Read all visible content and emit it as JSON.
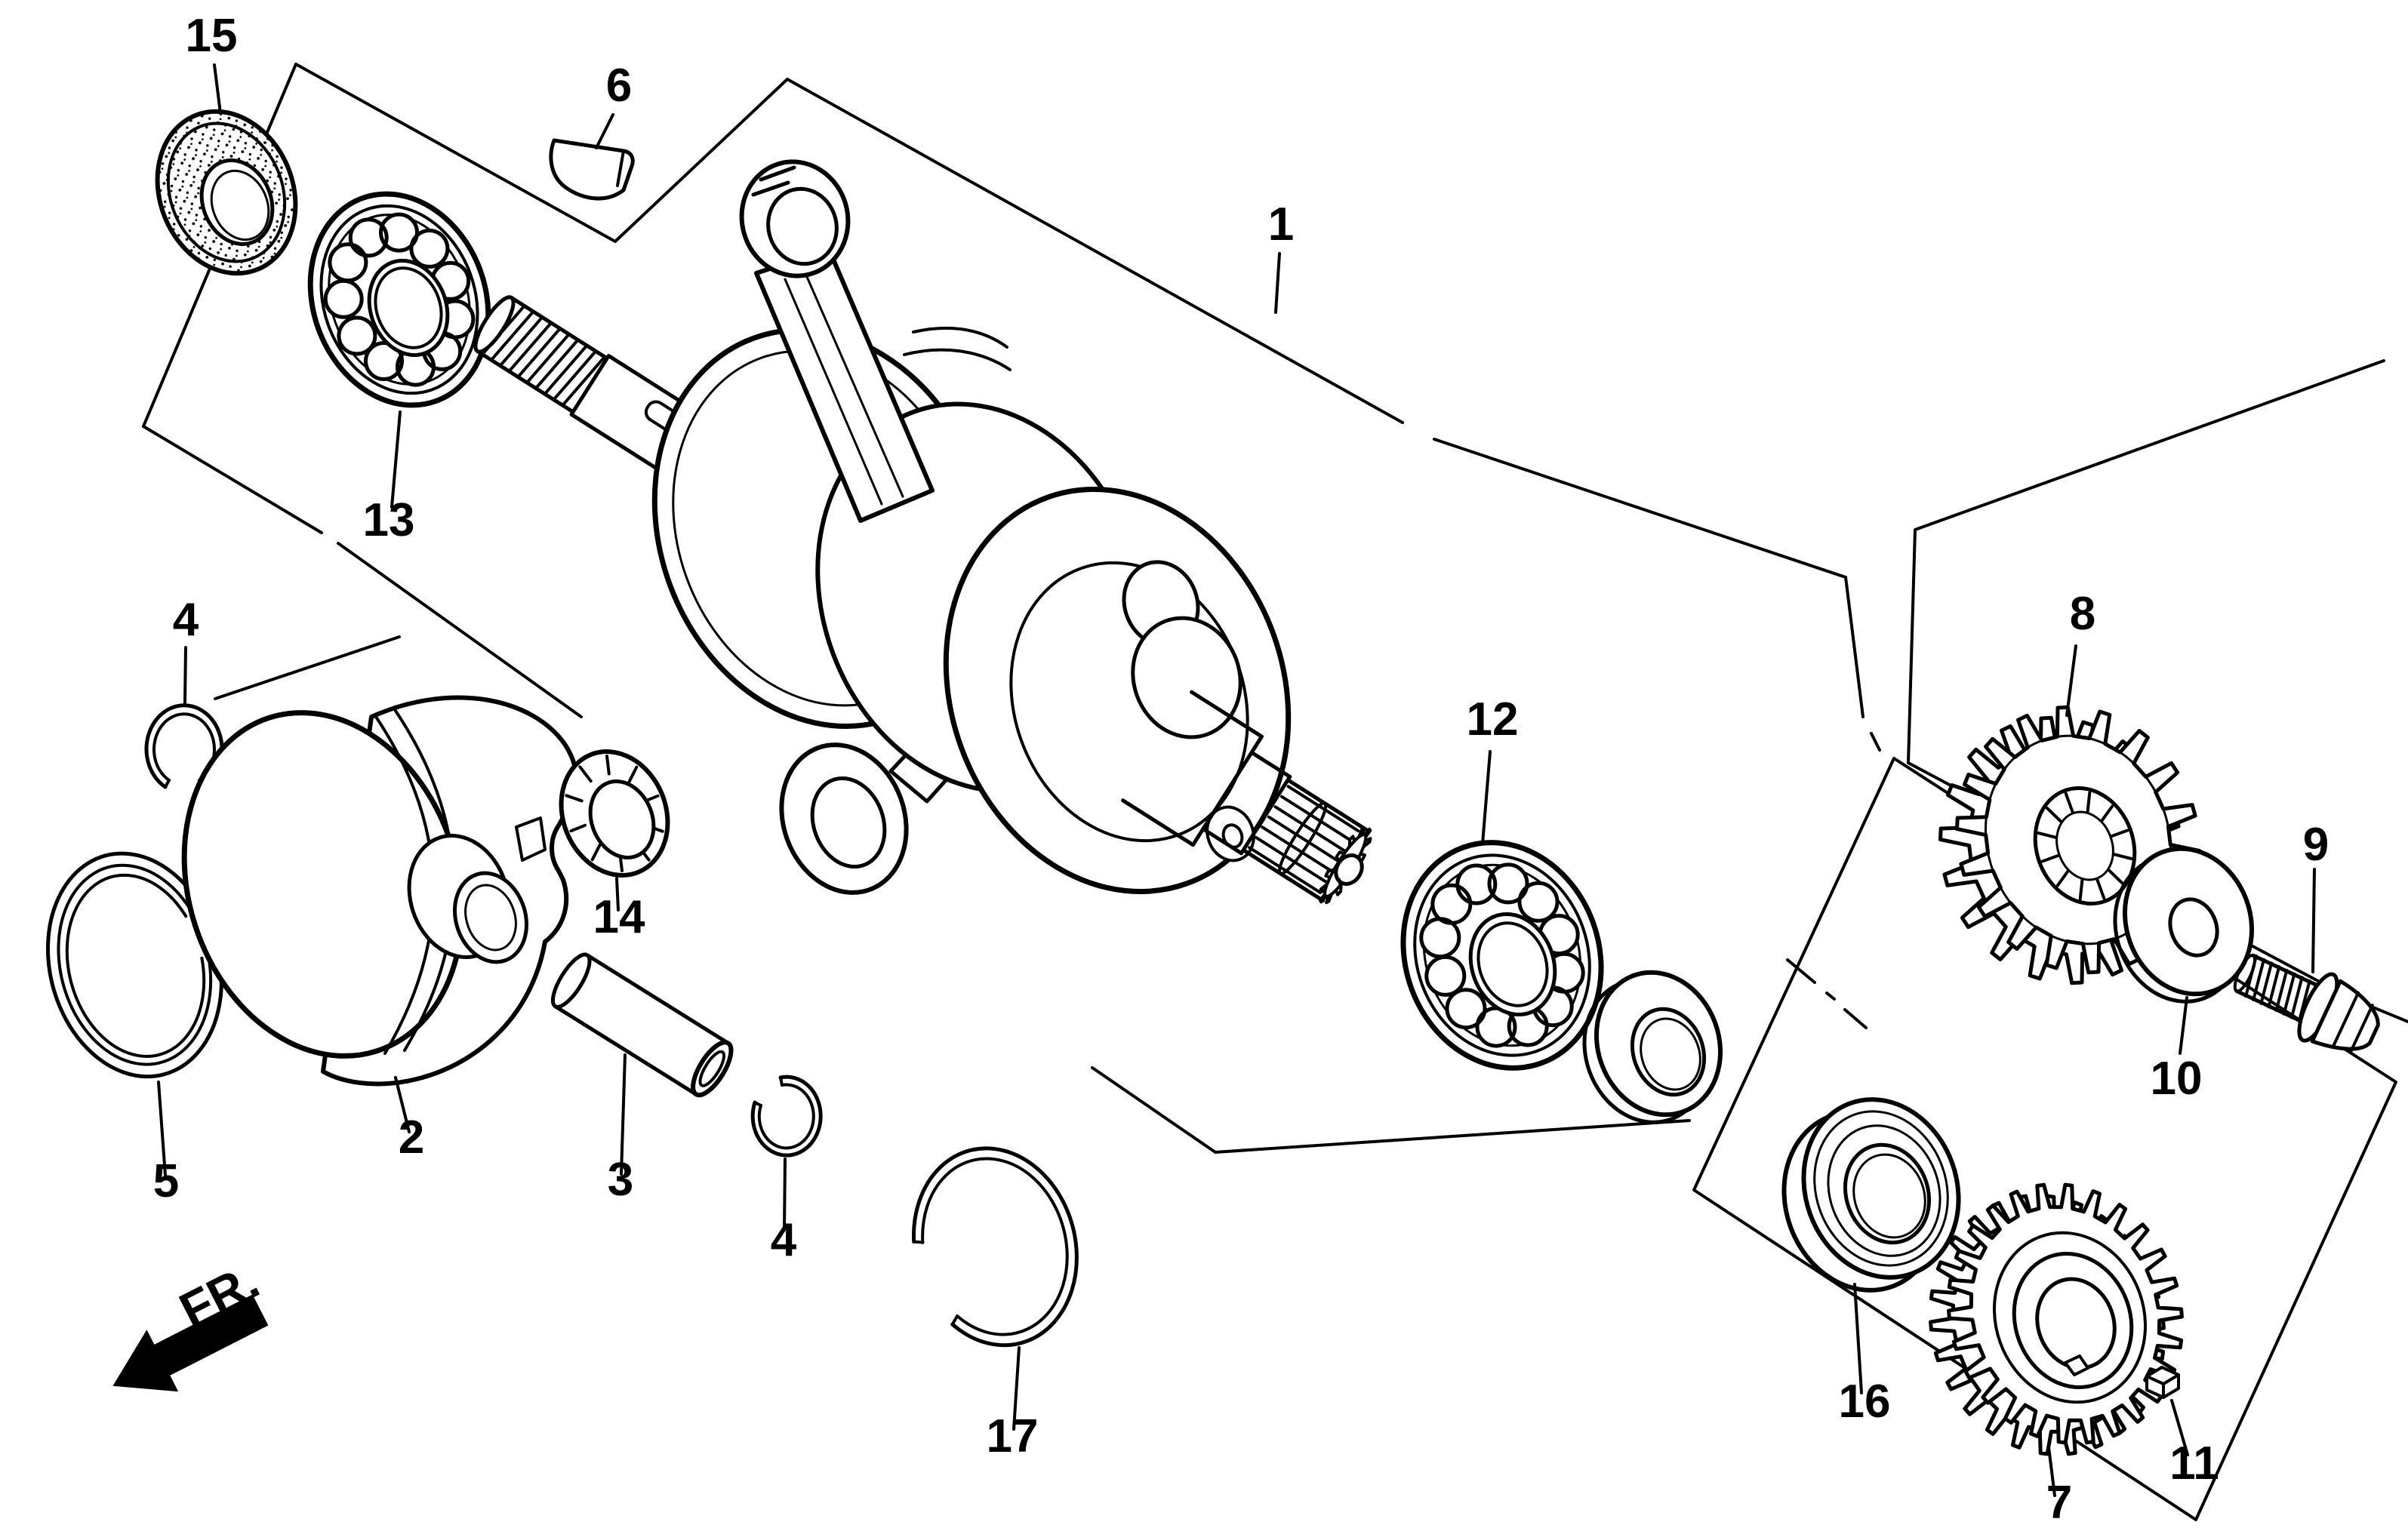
{
  "diagram": {
    "background": "#ffffff",
    "line_color": "#000000"
  },
  "direction_marker": {
    "text": "FR."
  },
  "labels": {
    "p1": "1",
    "p2": "2",
    "p3": "3",
    "p4_upper": "4",
    "p4_lower": "4",
    "p5": "5",
    "p6": "6",
    "p7": "7",
    "p8": "8",
    "p9": "9",
    "p10": "10",
    "p11": "11",
    "p12": "12",
    "p13": "13",
    "p14": "14",
    "p15": "15",
    "p16": "16",
    "p17": "17"
  }
}
